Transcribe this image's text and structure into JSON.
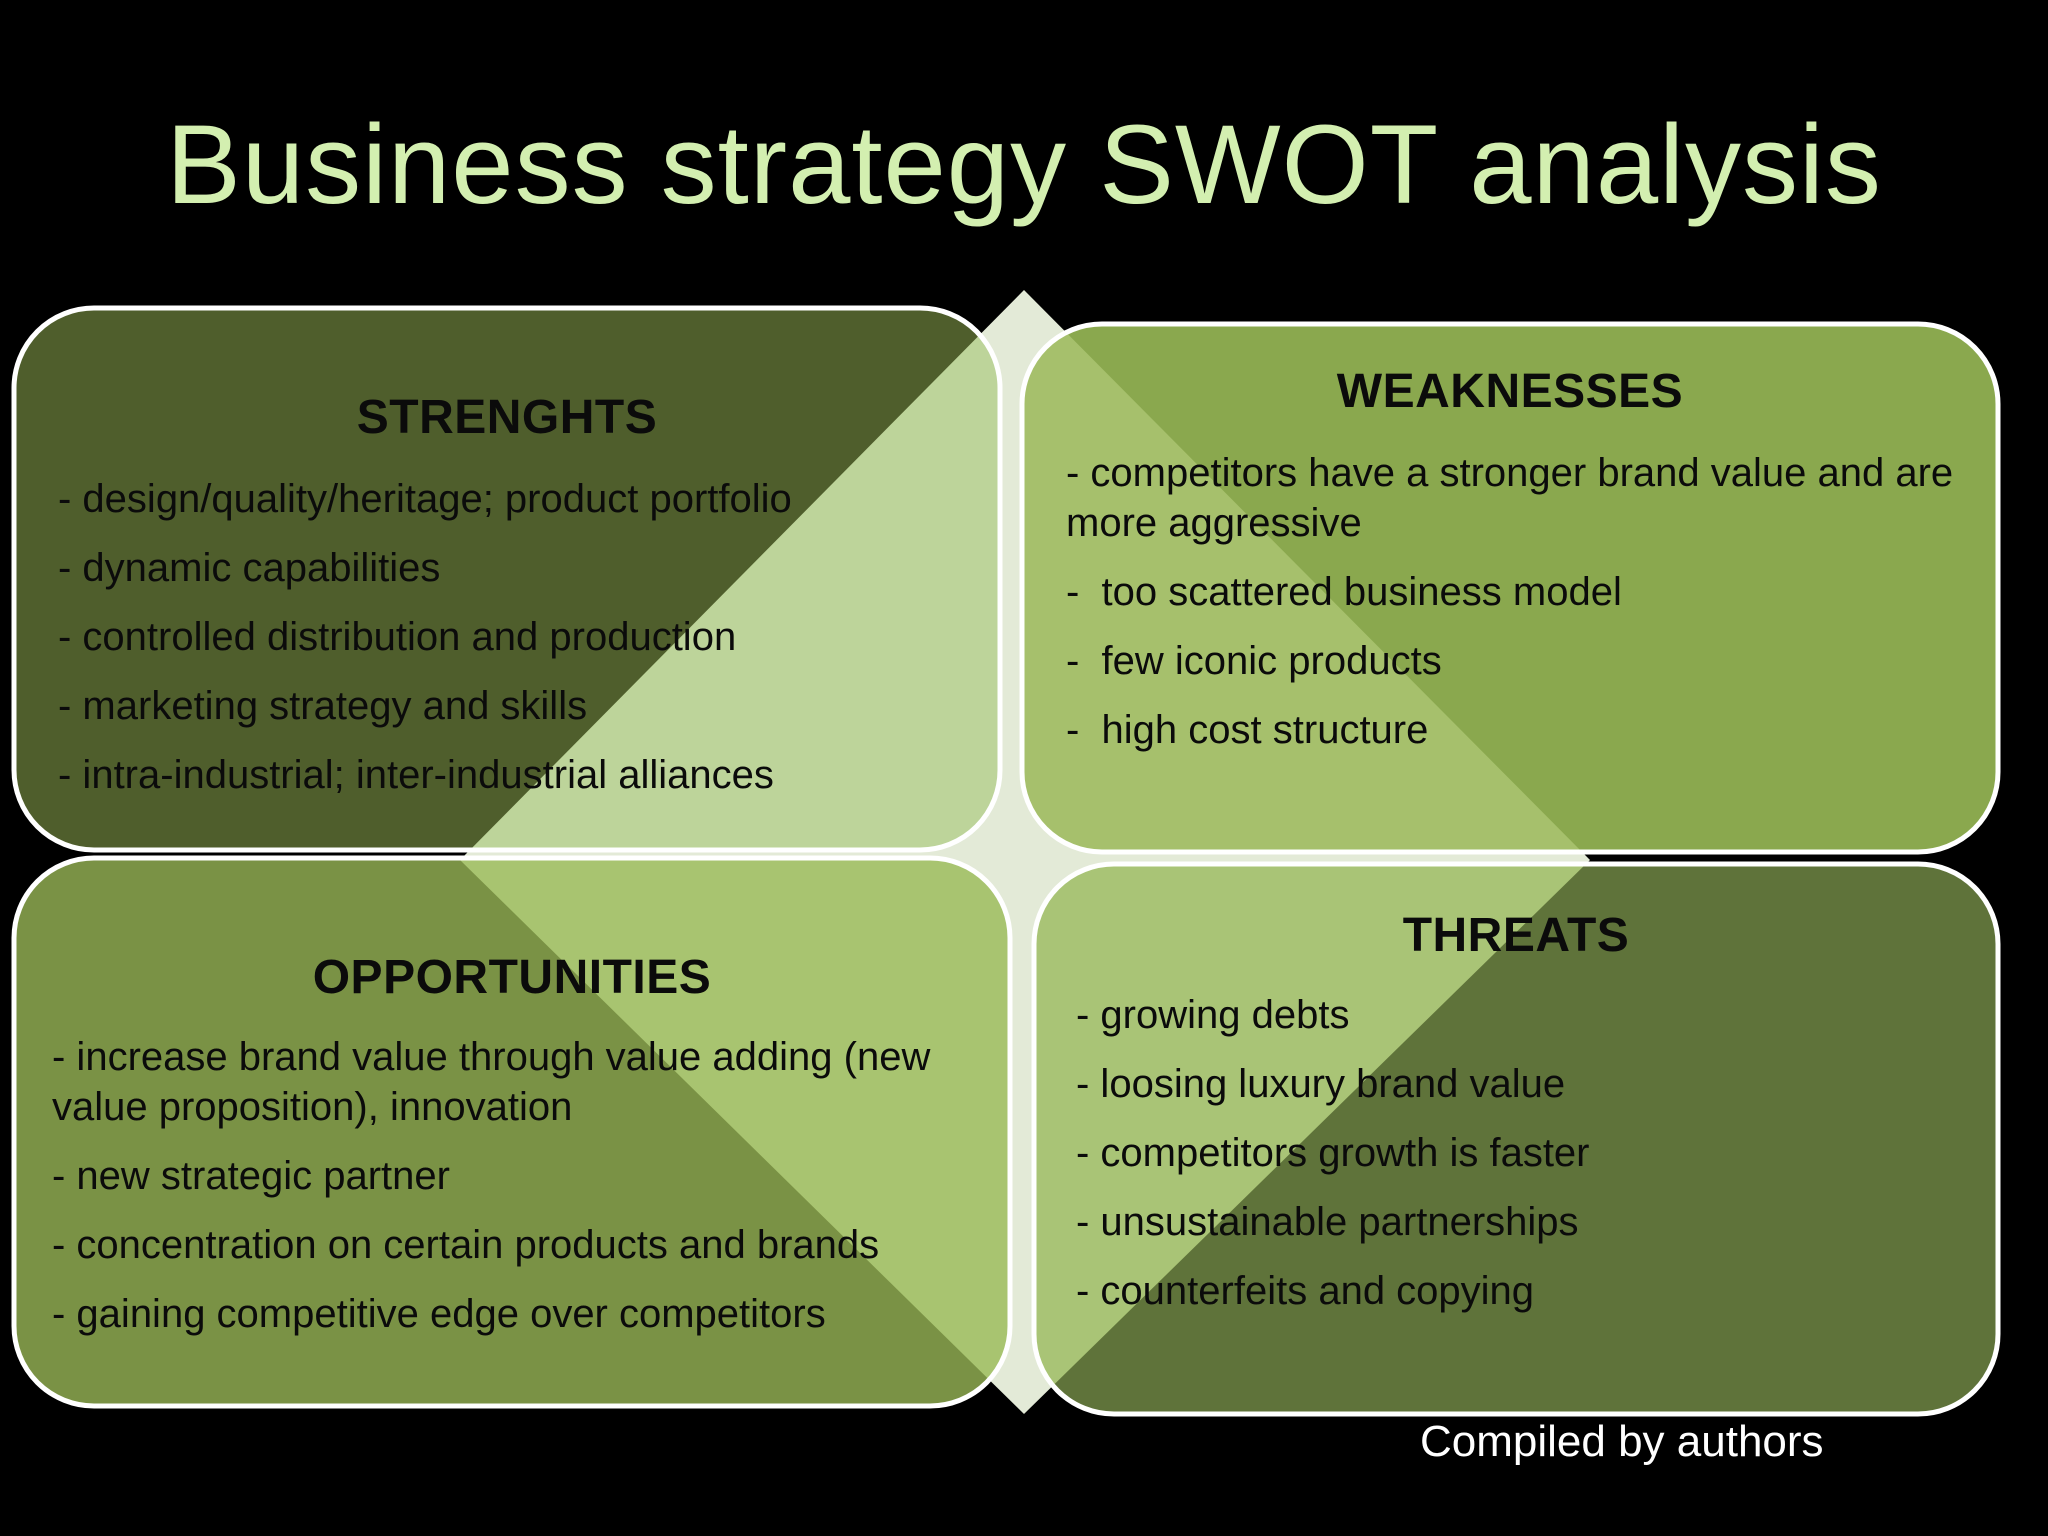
{
  "slide": {
    "title": "Business strategy SWOT analysis",
    "footnote": "Compiled by authors"
  },
  "swot": {
    "strengths": {
      "heading": "STRENGHTS",
      "items": [
        "- design/quality/heritage; product portfolio",
        "- dynamic capabilities",
        "- controlled distribution and production",
        "- marketing strategy and skills",
        "- intra-industrial; inter-industrial alliances"
      ]
    },
    "weaknesses": {
      "heading": "WEAKNESSES",
      "items": [
        "- competitors have a stronger brand value and are more aggressive",
        "-  too scattered business model",
        "-  few iconic products",
        "-  high cost structure"
      ]
    },
    "opportunities": {
      "heading": "OPPORTUNITIES",
      "items": [
        "- increase brand value through value adding (new value proposition), innovation",
        "- new strategic partner",
        "- concentration on certain products and brands",
        "- gaining competitive edge over competitors"
      ]
    },
    "threats": {
      "heading": "THREATS",
      "items": [
        "- growing debts",
        "- loosing luxury brand value",
        "- competitors growth is faster",
        "- unsustainable partnerships",
        "- counterfeits and copying"
      ]
    }
  },
  "colors": {
    "background": "#000000",
    "title": "#d3efb0",
    "strengths_fill": "#4f5e2c",
    "weaknesses_fill": "#8aa84e",
    "opportunities_fill": "#7a9245",
    "threats_fill": "#5f733a",
    "diamond": "#e3ead7",
    "diagonal_overlay": "#bdd49a",
    "outline": "#ffffff"
  }
}
